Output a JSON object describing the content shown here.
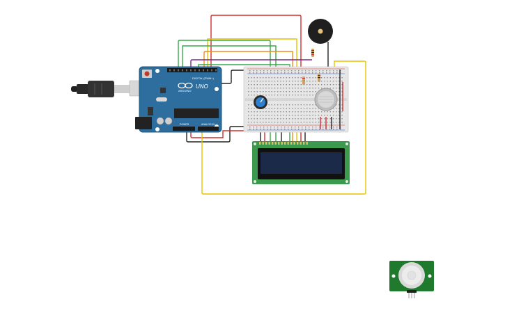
{
  "board": {
    "brand": "ARDUINO",
    "model": "UNO",
    "digital_label": "DIGITAL (PWM~)",
    "power_label": "POWER",
    "analog_label": "ANALOG IN"
  },
  "colors": {
    "board_blue": "#2e6e9e",
    "board_dark": "#1f5478",
    "breadboard": "#e6e6e6",
    "lcd_green": "#3c9a4e",
    "lcd_screen": "#1c2a4a",
    "wire_red": "#d32f2f",
    "wire_green": "#3aa84a",
    "wire_yellow": "#e5c400",
    "wire_orange": "#f08c1a",
    "wire_black": "#222222",
    "wire_purple": "#7b2a8a",
    "pir_board": "#1f7a2e"
  },
  "components": {
    "usb_cable": "usb-cable",
    "arduino": "arduino-uno",
    "breadboard": "breadboard",
    "buzzer": "piezo-buzzer",
    "potentiometer": "potentiometer",
    "gas_sensor": "gas-sensor",
    "lcd": "lcd-16x2",
    "pir": "pir-sensor"
  }
}
